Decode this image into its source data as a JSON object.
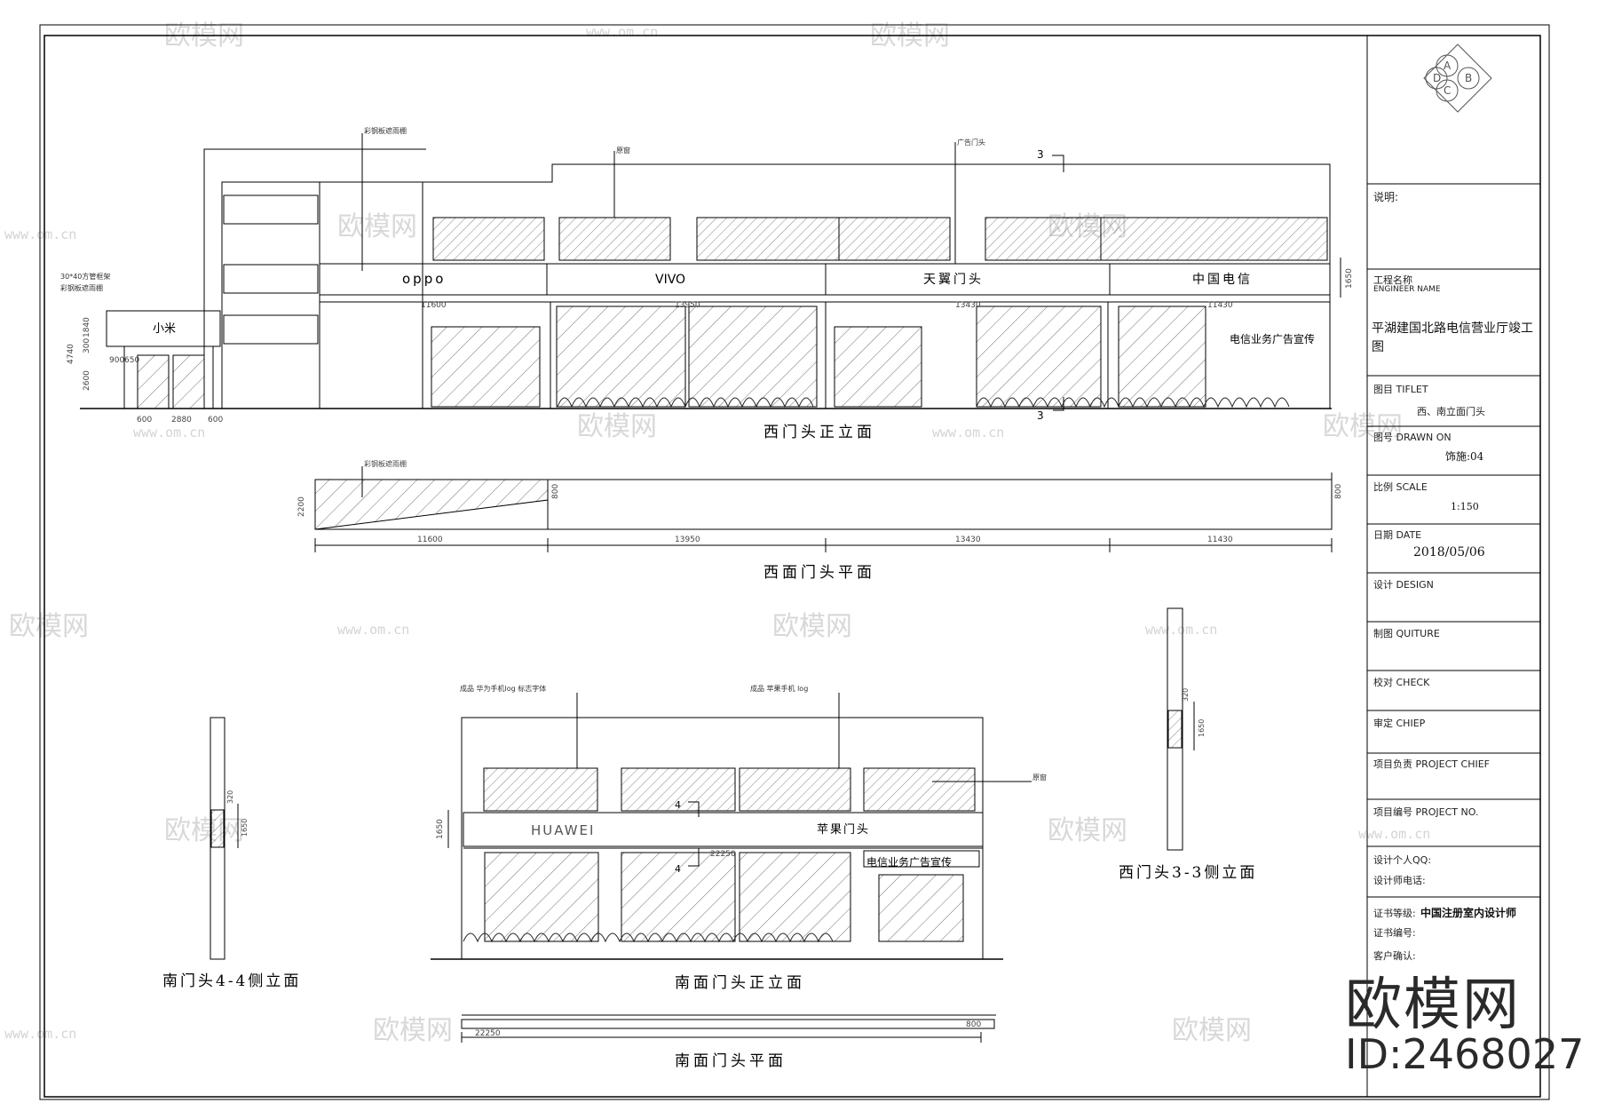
{
  "watermark": {
    "brand": "欧模网",
    "url": "www.om.cn",
    "id_text": "ID:2468027"
  },
  "title_block": {
    "logo_letters": [
      "A",
      "B",
      "C",
      "D"
    ],
    "notes_label": "说明:",
    "project_label": "工程名称",
    "project_label_en": "ENGINEER NAME",
    "project_name": "平湖建国北路电信营业厅竣工图",
    "title_label": "图目 TIFLET",
    "title_value": "西、南立面门头",
    "drawing_no_label": "图号 DRAWN ON",
    "drawing_no_value": "饰施:04",
    "scale_label": "比例 SCALE",
    "scale_value": "1:150",
    "date_label": "日期 DATE",
    "date_value": "2018/05/06",
    "design_label": "设计 DESIGN",
    "drafting_label": "制图 QUITURE",
    "check_label": "校对 CHECK",
    "chief_label": "审定 CHIEP",
    "project_chief_label": "项目负责 PROJECT CHIEF",
    "project_no_label": "项目编号 PROJECT NO.",
    "qq_label": "设计个人QQ:",
    "phone_label": "设计师电话:",
    "cert_label": "证书等级:",
    "cert_value": "中国注册室内设计师",
    "cert_no_label": "证书编号:",
    "client_label": "客户确认:"
  },
  "west_elevation": {
    "caption": "西门头正立面",
    "signs": [
      "oppo",
      "VIVO",
      "天翼门头",
      "中国电信"
    ],
    "side_sign": "小米",
    "ad_text": "电信业务广告宣传",
    "dims": [
      "11600",
      "13950",
      "13430",
      "11430"
    ],
    "left_dims": [
      "600",
      "2880",
      "600"
    ],
    "small_dims": [
      "900",
      "650"
    ],
    "vert_dims": [
      "4740",
      "1840",
      "2600",
      "300"
    ],
    "note_top": "彩钢板遮雨棚",
    "note_window": "原窗",
    "note_ad": "广告门头",
    "note_frame_1": "30*40方管框架",
    "note_frame_2": "彩钢板遮雨棚",
    "height_dim": "1650",
    "section_mark": "3"
  },
  "west_plan": {
    "caption": "西面门头平面",
    "note": "彩钢板遮雨棚",
    "dims": [
      "11600",
      "13950",
      "13430",
      "11430"
    ],
    "depth_dims": [
      "2200",
      "800",
      "800"
    ]
  },
  "south_elevation": {
    "caption": "南面门头正立面",
    "sign_left": "HUAWEI",
    "sign_right": "苹果门头",
    "ad_text": "电信业务广告宣传",
    "note_left": "成品 华为手机log 标志字体",
    "note_right": "成品 苹果手机 log",
    "note_window": "原窗",
    "dim": "22250",
    "height_dim": "1650",
    "section_mark": "4"
  },
  "south_plan": {
    "caption": "南面门头平面",
    "dim": "22250",
    "depth": "800"
  },
  "side_33": {
    "caption": "西门头3-3侧立面",
    "dims": [
      "320",
      "1650"
    ]
  },
  "side_44": {
    "caption": "南门头4-4侧立面",
    "dims": [
      "320",
      "1650"
    ]
  }
}
